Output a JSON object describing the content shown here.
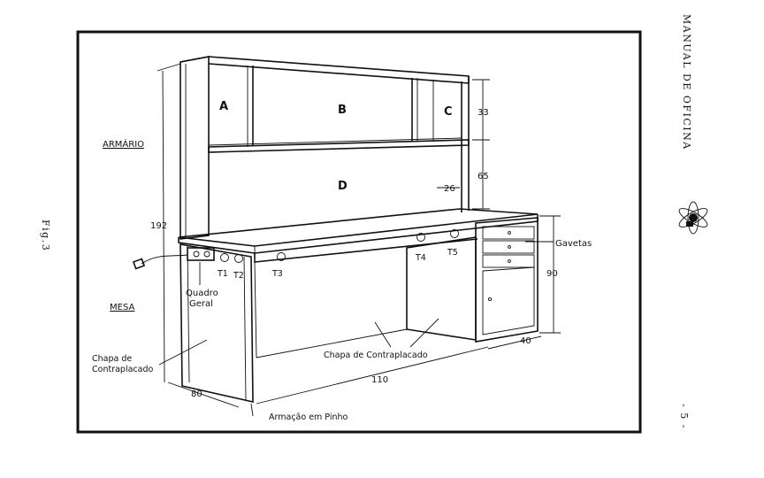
{
  "header": {
    "title": "MANUAL DE OFICINA",
    "page_number": "- 5 -"
  },
  "figure": {
    "label": "Fig.3"
  },
  "sections": {
    "cabinet": "ARMÁRIO",
    "desk": "MESA"
  },
  "compartments": {
    "a": "A",
    "b": "B",
    "c": "C",
    "d": "D"
  },
  "dimensions": {
    "total_height": "192",
    "upper_shelf": "33",
    "lower_shelf": "65",
    "cabinet_depth": "26",
    "desk_height": "90",
    "length": "110",
    "depth": "80",
    "drawer_depth": "40"
  },
  "parts": {
    "drawers": "Gavetas",
    "main_panel_line1": "Quadro",
    "main_panel_line2": "Geral",
    "plywood_left_line1": "Chapa de",
    "plywood_left_line2": "Contraplacado",
    "plywood_center": "Chapa de Contraplacado",
    "pine_frame": "Armação em Pinho"
  },
  "sockets": [
    "T1",
    "T2",
    "T3",
    "T4",
    "T5"
  ]
}
